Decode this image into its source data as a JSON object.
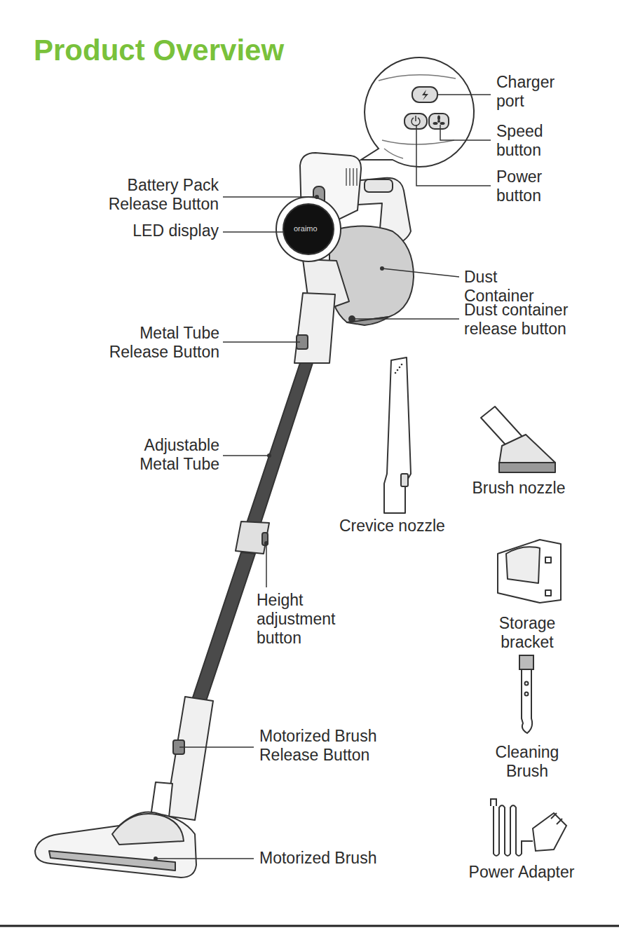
{
  "diagram": {
    "title": "Product Overview",
    "labels": [
      "Charger port",
      "Speed button",
      "Power button",
      "Battery Pack Release Button",
      "LED display",
      "oraimo",
      "Dust Container",
      "Dust container release button",
      "Metal Tube Release Button",
      "Adjustable Metal Tube",
      "Brush nozzle",
      "Crevice nozzle",
      "Height adjustment button",
      "Storage bracket",
      "Motorized Brush Release Button",
      "Cleaning Brush",
      "Motorized Brush",
      "Power Adapter"
    ]
  }
}
